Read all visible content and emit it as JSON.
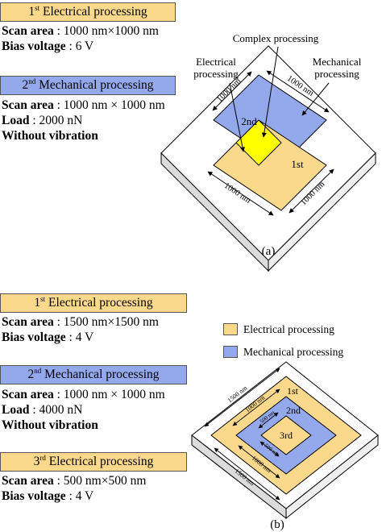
{
  "panel_a": {
    "caption": "(a)",
    "step1": {
      "title_ordinal": "1",
      "title_suffix": "st",
      "title_rest": " Electrical processing",
      "scan_area_label": "Scan area",
      "scan_area_value": " : 1000 nm×1000 nm",
      "bias_label": "Bias voltage",
      "bias_value": " : 6 V"
    },
    "step2": {
      "title_ordinal": "2",
      "title_suffix": "nd",
      "title_rest": " Mechanical processing",
      "scan_area_label": "Scan area",
      "scan_area_value": " : 1000 nm × 1000 nm",
      "load_label": "Load",
      "load_value": " : 2000 nN",
      "extra": "Without vibration"
    },
    "diagram": {
      "complex_label": "Complex processing",
      "electrical_label_line1": "Electrical",
      "electrical_label_line2": "processing",
      "mechanical_label_line1": "Mechanical",
      "mechanical_label_line2": "processing",
      "second_label": "2nd",
      "first_label": "1st",
      "dim_top_left": "1000 nm",
      "dim_top_right": "1000 nm",
      "dim_bottom_left": "1000 nm",
      "dim_bottom_right": "1000 nm"
    }
  },
  "panel_b": {
    "caption": "(b)",
    "step1": {
      "title_ordinal": "1",
      "title_suffix": "st",
      "title_rest": " Electrical processing",
      "scan_area_label": "Scan area",
      "scan_area_value": " : 1500 nm×1500 nm",
      "bias_label": "Bias voltage",
      "bias_value": " : 4 V"
    },
    "step2": {
      "title_ordinal": "2",
      "title_suffix": "nd",
      "title_rest": " Mechanical processing",
      "scan_area_label": "Scan area",
      "scan_area_value": " : 1000 nm × 1000 nm",
      "load_label": "Load",
      "load_value": " : 4000 nN",
      "extra": "Without vibration"
    },
    "step3": {
      "title_ordinal": "3",
      "title_suffix": "rd",
      "title_rest": " Electrical processing",
      "scan_area_label": "Scan area",
      "scan_area_value": " : 500 nm×500 nm",
      "bias_label": "Bias voltage",
      "bias_value": " : 4 V"
    },
    "legend": {
      "electrical": "Electrical processing",
      "mechanical": "Mechanical processing"
    },
    "diagram": {
      "first_label": "1st",
      "second_label": "2nd",
      "third_label": "3rd",
      "dim_outer_top": "1500 nm",
      "dim_outer_bottom": "1500 nm",
      "dim_mid_top": "1000 nm",
      "dim_mid_bottom": "1000 nm",
      "dim_inner_top": "500 nm",
      "dim_inner_bottom": "500 nm"
    }
  },
  "colors": {
    "electrical": "#fad98c",
    "mechanical": "#93a9ec",
    "overlap": "#ffff00",
    "substrate_top": "#ffffff",
    "substrate_side": "#dcdcdc"
  }
}
